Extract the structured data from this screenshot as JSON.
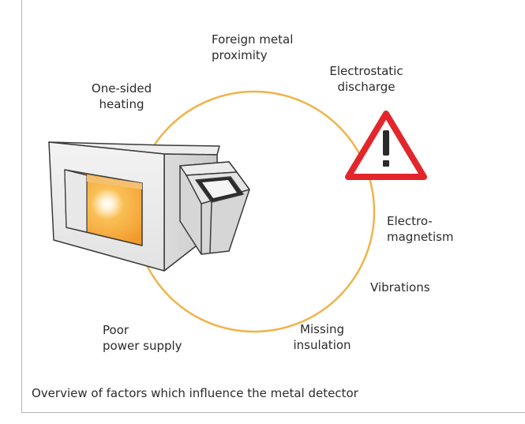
{
  "diagram": {
    "caption": "Overview of factors which influence the metal detector",
    "factors": [
      {
        "id": "foreign-metal",
        "lines": [
          "Foreign metal",
          "proximity"
        ]
      },
      {
        "id": "electrostatic",
        "lines": [
          "Electrostatic",
          "discharge"
        ]
      },
      {
        "id": "one-sided-heating",
        "lines": [
          "One-sided",
          "heating"
        ]
      },
      {
        "id": "electromagnetism",
        "lines": [
          "Electro-",
          "magnetism"
        ]
      },
      {
        "id": "vibrations",
        "lines": [
          "Vibrations"
        ]
      },
      {
        "id": "missing-insulation",
        "lines": [
          "Missing",
          "insulation"
        ]
      },
      {
        "id": "poor-power",
        "lines": [
          "Poor",
          "power supply"
        ]
      }
    ],
    "warning_symbol": "!",
    "colors": {
      "ring": "#f0b34a",
      "warning_border": "#e3262b",
      "aperture": "#f7a93a",
      "housing": "#e6e6e6",
      "outline": "#3a3a3a"
    },
    "icons": [
      "metal-detector-icon",
      "warning-triangle-icon"
    ]
  }
}
